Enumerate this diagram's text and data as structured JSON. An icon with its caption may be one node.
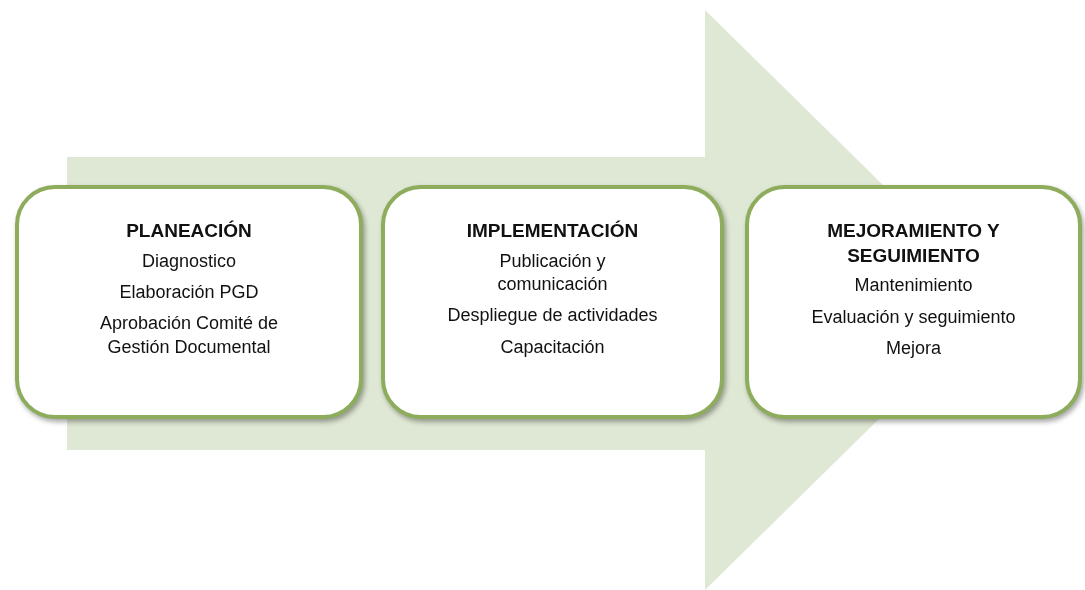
{
  "diagram": {
    "nodes": [
      {
        "text": [
          "PLANEACIÓN",
          "Diagnostico",
          "Elaboración PGD",
          "Aprobación Comité de Gestión Documental"
        ]
      },
      {
        "text": [
          "IMPLEMENTACIÓN",
          "Publicación y comunicación",
          "Despliegue de actividades",
          "Capacitación"
        ]
      },
      {
        "text": [
          "MEJORAMIENTO Y SEGUIMIENTO",
          "Mantenimiento",
          "Evaluación y seguimiento",
          "Mejora"
        ]
      }
    ],
    "edges": [
      {
        "from": 0,
        "to": 2,
        "arrow": "to"
      }
    ]
  }
}
